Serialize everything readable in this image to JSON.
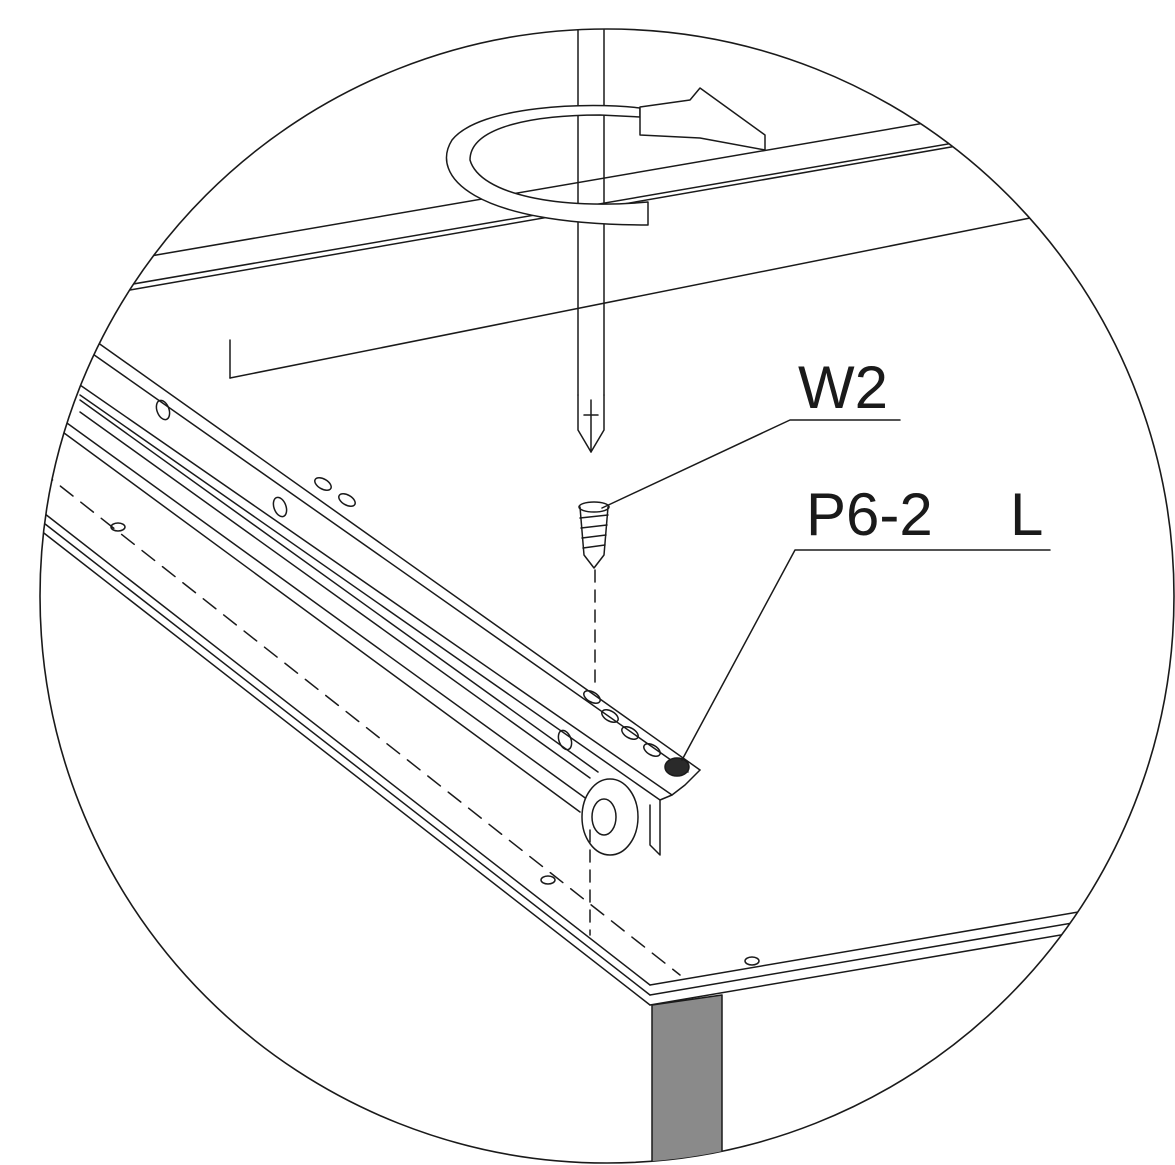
{
  "labels": {
    "screw_part": "W2",
    "rail_part": "P6-2",
    "rail_side": "L"
  },
  "colors": {
    "line": "#1a1a1a",
    "background": "#ffffff",
    "panel_edge_fill": "#8a8a8a",
    "end_cap_fill": "#2a2a2a"
  },
  "icons": {
    "rotation": "clockwise-arrow-icon",
    "tool": "screwdriver-icon",
    "fastener": "screw-icon"
  }
}
